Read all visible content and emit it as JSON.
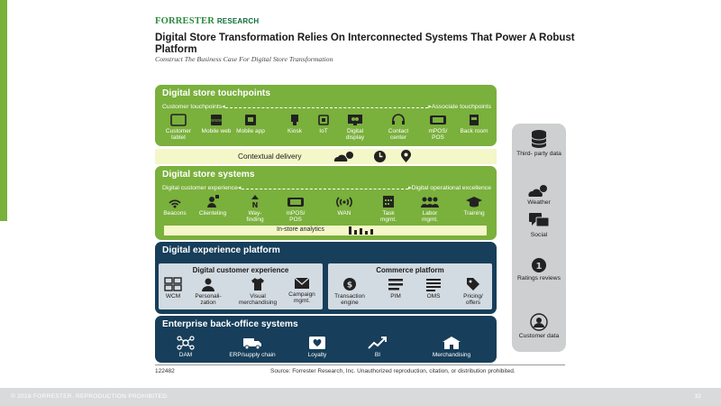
{
  "brand": {
    "name": "FORRESTER",
    "suffix": "RESEARCH"
  },
  "title": "Digital Store Transformation Relies On Interconnected Systems That Power A Robust Platform",
  "subtitle": "Construct The Business Case For Digital Store Transformation",
  "touchpoints": {
    "title": "Digital store touchpoints",
    "left_label": "Customer touchpoints",
    "right_label": "Associate touchpoints",
    "items": [
      "Customer tablet",
      "Mobile web",
      "Mobile app",
      "Kiosk",
      "IoT",
      "Digital display",
      "Contact center",
      "mPOS/ POS",
      "Back room"
    ]
  },
  "contextual": {
    "label": "Contextual delivery"
  },
  "systems": {
    "title": "Digital store systems",
    "left_label": "Digital customer experience",
    "right_label": "Digital operational excellence",
    "items": [
      "Beacons",
      "Clienteling",
      "Way- finding",
      "mPOS/ POS",
      "WAN",
      "Task mgmt.",
      "Labor mgmt.",
      "Training"
    ],
    "analytics_label": "In-store analytics"
  },
  "experience": {
    "title": "Digital experience platform",
    "dcx": {
      "title": "Digital customer experience",
      "items": [
        "WCM",
        "Personali- zation",
        "Visual merchandising",
        "Campaign mgmt."
      ]
    },
    "commerce": {
      "title": "Commerce platform",
      "items": [
        "Transaction engine",
        "PIM",
        "OMS",
        "Pricing/ offers"
      ]
    }
  },
  "backoffice": {
    "title": "Enterprise back-office systems",
    "items": [
      "DAM",
      "ERP/supply chain",
      "Loyalty",
      "BI",
      "Merchandising"
    ]
  },
  "side": {
    "items": [
      "Third- party data",
      "Weather",
      "Social",
      "Ratings reviews",
      "Customer data"
    ]
  },
  "footer": {
    "code": "122482",
    "source": "Source: Forrester Research, Inc. Unauthorized reproduction, citation, or distribution prohibited.",
    "copyright": "© 2018 FORRESTER. REPRODUCTION PROHIBITED.",
    "page": "32"
  },
  "colors": {
    "green": "#7ab03c",
    "navy": "#173e5a",
    "band": "#f4f7c8",
    "side": "#cdcfd0",
    "sub_box": "#d3dbe2"
  }
}
